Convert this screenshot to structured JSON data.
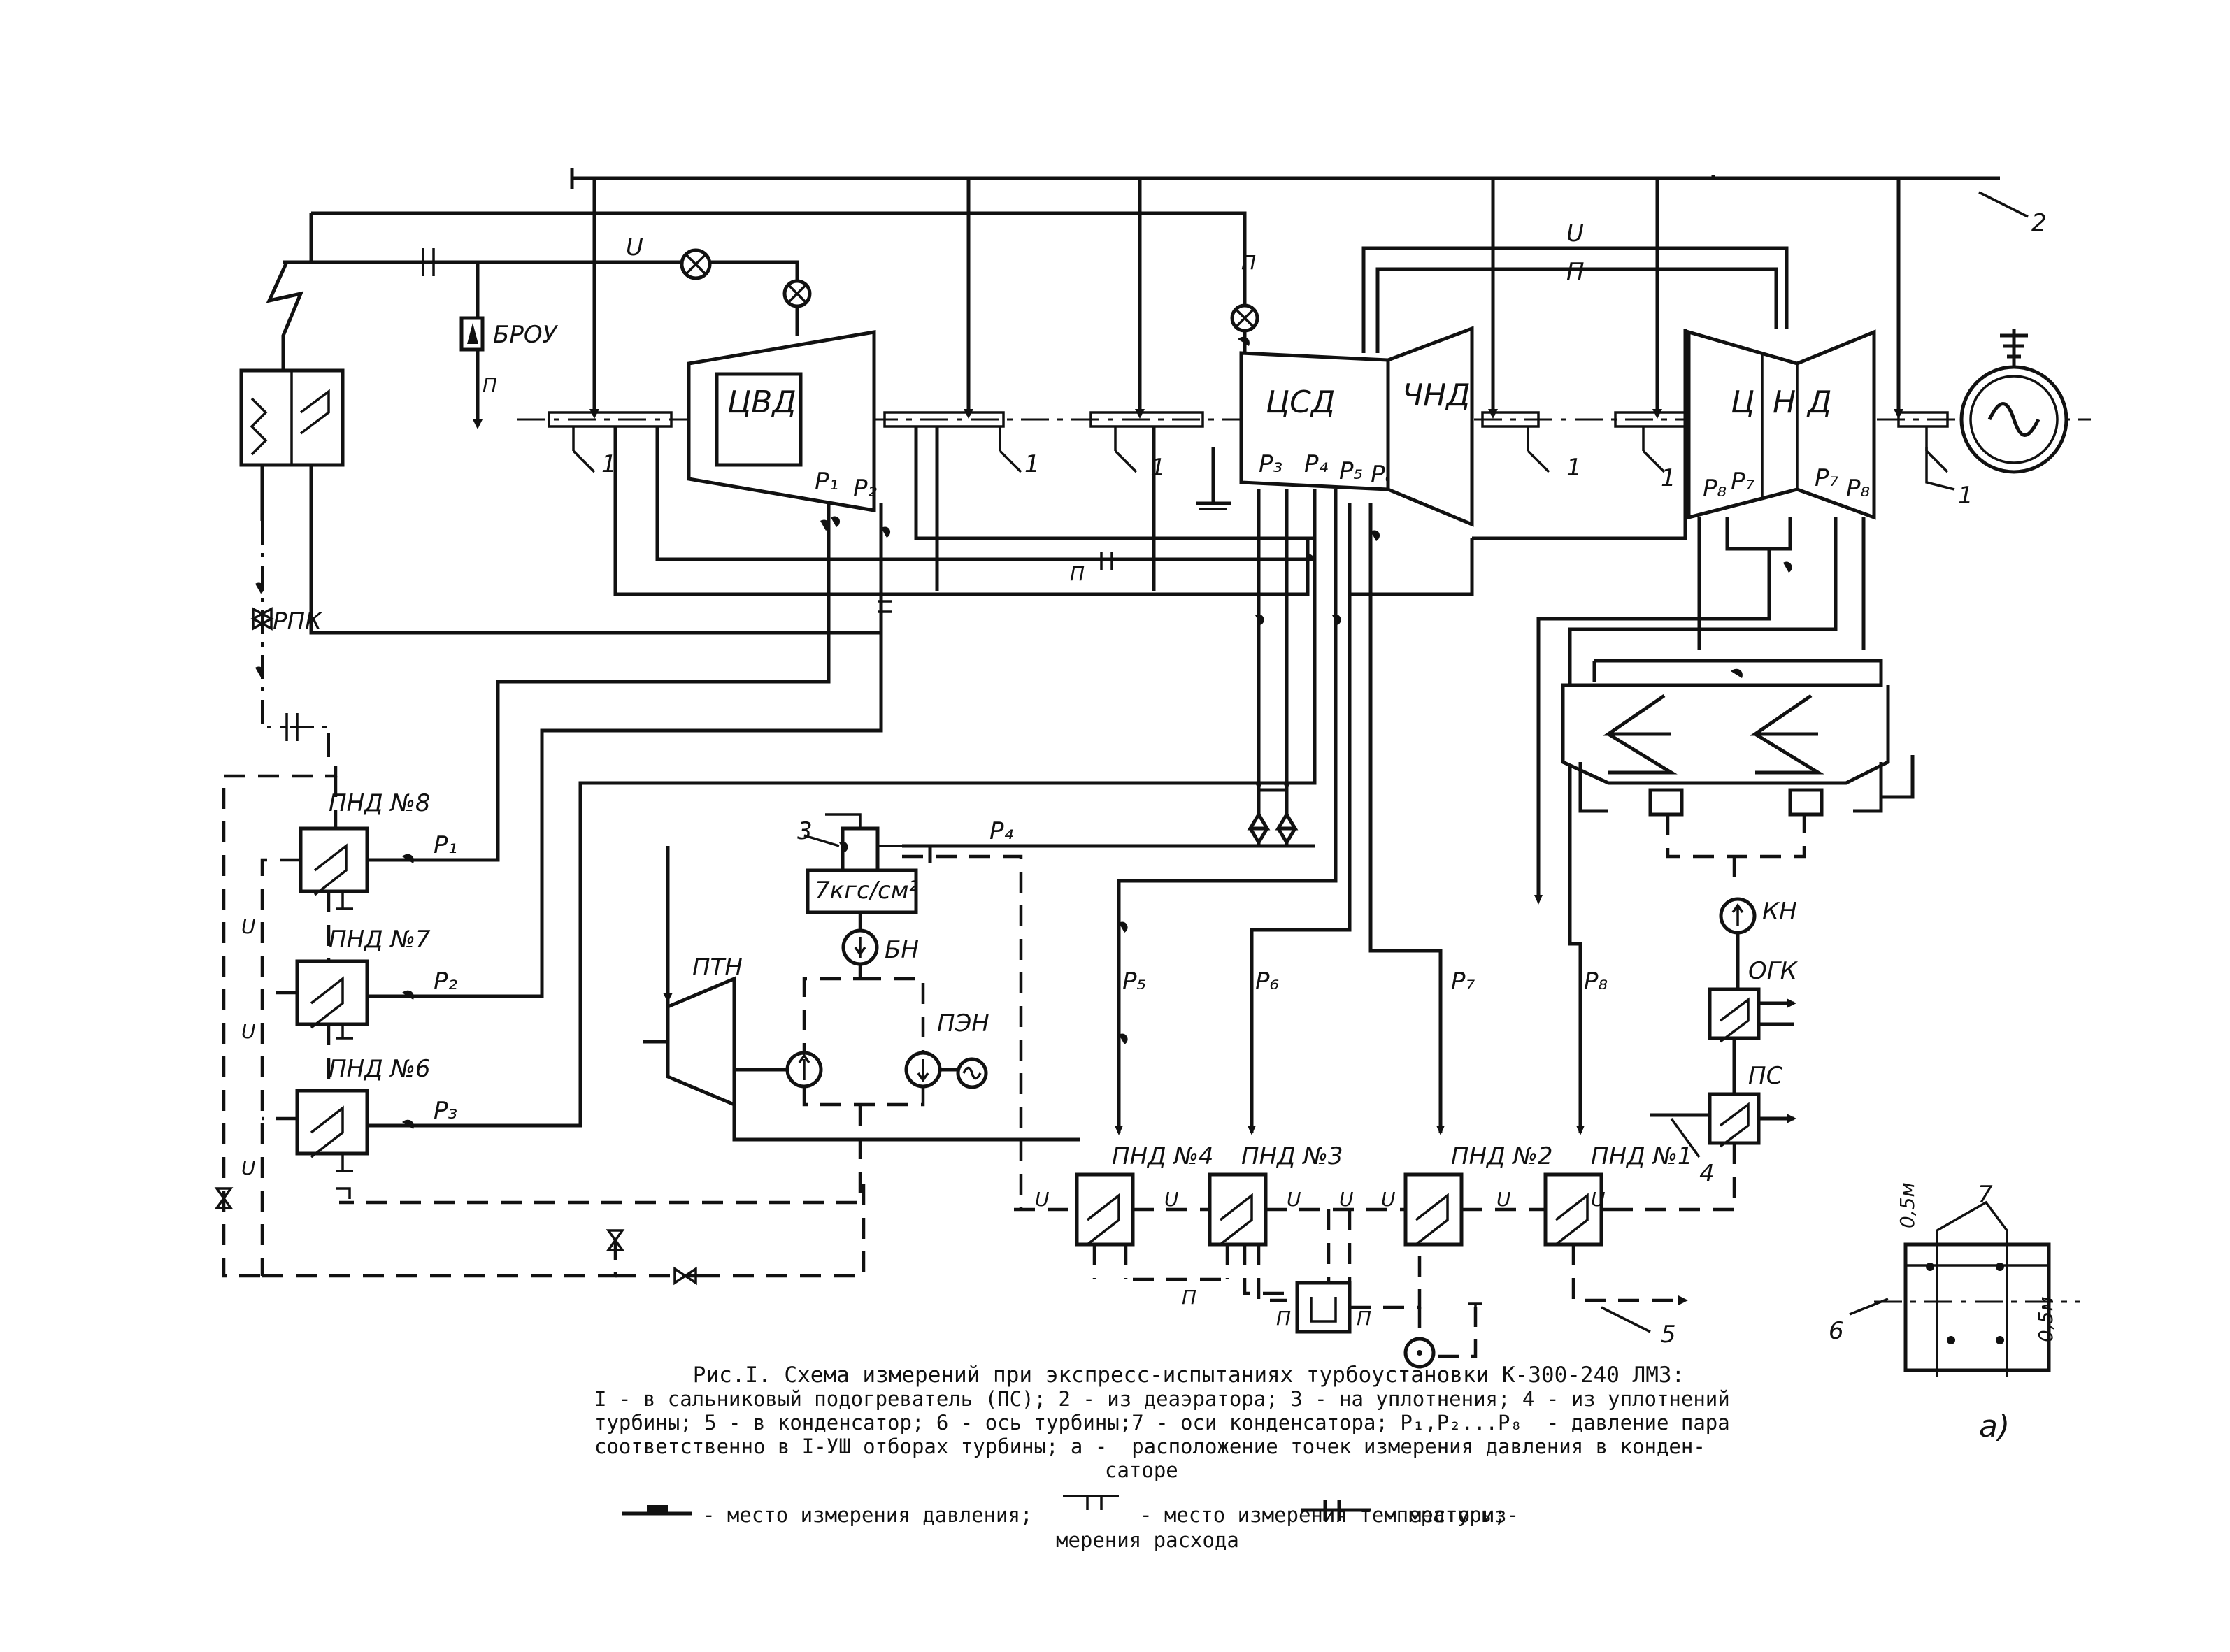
{
  "labels": {
    "cvd": "ЦВД",
    "csd": "ЦСД",
    "chnd": "ЧНД",
    "cnd": [
      "Ц",
      "Н",
      "Д"
    ],
    "brou": "БРОУ",
    "rpk": "РПК",
    "pnd8": "ПНД №8",
    "pnd7": "ПНД №7",
    "pnd6": "ПНД №6",
    "pnd4": "ПНД №4",
    "pnd3": "ПНД №3",
    "pnd2": "ПНД №2",
    "pnd1": "ПНД №1",
    "ptn": "ПТН",
    "pen": "ПЭН",
    "bn": "БН",
    "kn": "КН",
    "ogk": "ОГК",
    "ps": "ПС",
    "deaerator_pressure": "7кгс/см²",
    "p1": "P₁",
    "p2": "P₂",
    "p3": "P₃",
    "p4": "P₄",
    "p5": "P₅",
    "p6": "P₆",
    "p7": "P₇",
    "p8": "P₈",
    "callout_1": "1",
    "callout_2": "2",
    "callout_3": "3",
    "callout_4": "4",
    "callout_5": "5",
    "callout_6": "6",
    "callout_7": "7",
    "dim_05_top": "0,5м",
    "dim_05_right": "0,5м",
    "inset_a": "а)"
  },
  "caption": {
    "title": "Рис.I. Схема измерений при экспресс-испытаниях турбоустановки К-300-240 ЛМЗ:",
    "line1": "I - в сальниковый подогреватель (ПС); 2 - из деаэратора; 3 - на уплотнения; 4 - из уплотнений",
    "line2": "турбины; 5 - в конденсатор; 6 - ось турбины;7 - оси конденсатора; P₁,P₂...P₈  - давление пара",
    "line3": "соответственно в I-УШ отборах турбины; а -  расположение точек измерения давления в конден-",
    "line4": "саторе"
  },
  "legend": {
    "pressure": "- место измерения давления;",
    "temperature": "- место измерения температуры;",
    "flow_a": "- место из-",
    "flow_b": "мерения расхода"
  }
}
